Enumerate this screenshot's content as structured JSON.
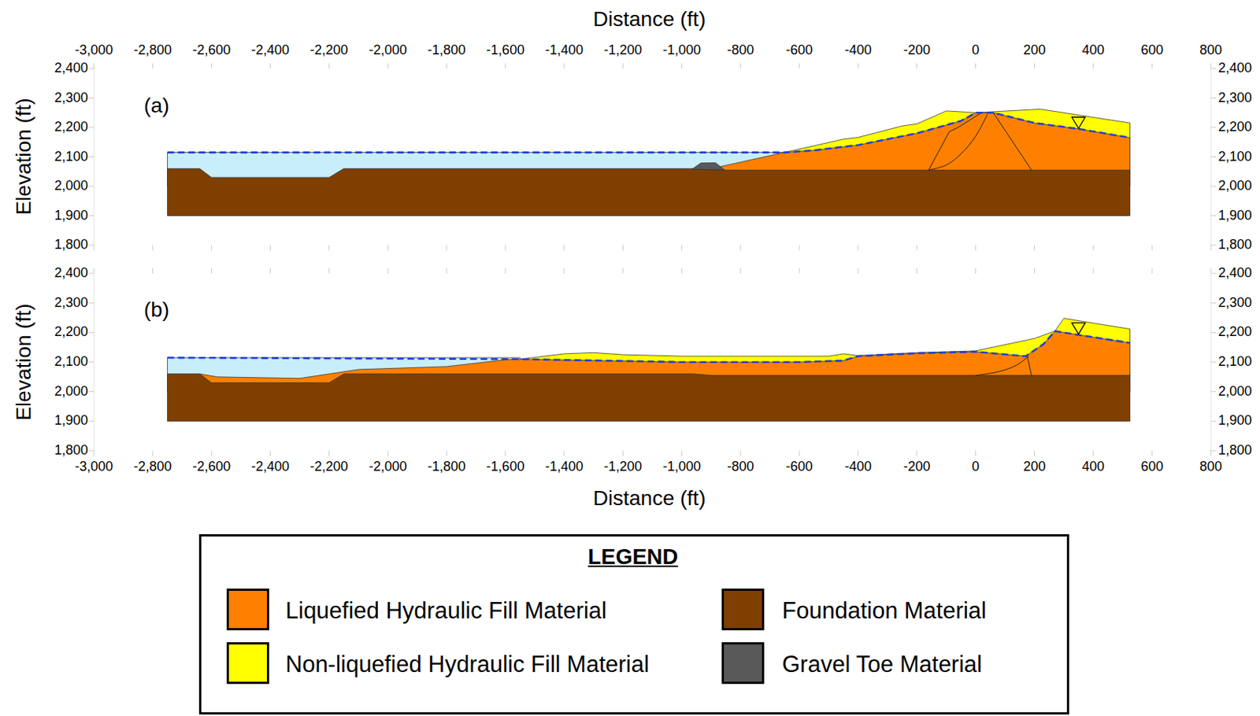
{
  "diagram": {
    "labels": [
      "Distance (ft)",
      "-3,000",
      "-2,800",
      "-2,600",
      "-2,400",
      "-2,200",
      "-2,000",
      "-1,800",
      "-1,600",
      "-1,400",
      "-1,200",
      "-1,000",
      "-800",
      "-600",
      "-400",
      "-200",
      "0",
      "200",
      "400",
      "600",
      "800",
      "(a)",
      "Elevation (ft)",
      "2,400",
      "2,300",
      "2,200",
      "2,100",
      "2,000",
      "1,900",
      "1,800",
      "2,400",
      "2,300",
      "2,200",
      "2,100",
      "2,000",
      "1,900",
      "1,800",
      "(b)",
      "Elevation (ft)",
      "2,400",
      "2,300",
      "2,200",
      "2,100",
      "2,000",
      "1,900",
      "1,800",
      "2,400",
      "2,300",
      "2,200",
      "2,100",
      "2,000",
      "1,900",
      "1,800",
      "-3,000",
      "-2,800",
      "-2,600",
      "-2,400",
      "-2,200",
      "-2,000",
      "-1,800",
      "-1,600",
      "-1,400",
      "-1,200",
      "-1,000",
      "-800",
      "-600",
      "-400",
      "-200",
      "0",
      "200",
      "400",
      "600",
      "800",
      "Distance (ft)",
      "LEGEND"
    ],
    "legend": [
      {
        "text": "Liquefied Hydraulic Fill Material",
        "color": "#ff8000"
      },
      {
        "text": "Foundation Material",
        "color": "#7f3f00"
      },
      {
        "text": "Non-liquefied Hydraulic Fill Material",
        "color": "#ffff00"
      },
      {
        "text": "Gravel Toe Material",
        "color": "#595959"
      }
    ]
  }
}
